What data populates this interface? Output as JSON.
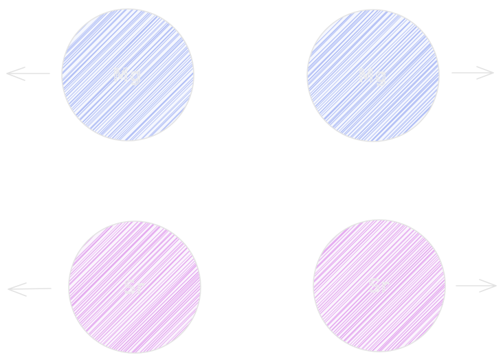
{
  "diagram": {
    "nodes": [
      {
        "id": "top-left",
        "label": "Mg",
        "fill": "#aebcf5",
        "arrow": "left"
      },
      {
        "id": "top-right",
        "label": "Mg",
        "fill": "#aebcf5",
        "arrow": "right"
      },
      {
        "id": "bottom-left",
        "label": "Sr",
        "fill": "#e2a4ee",
        "arrow": "left"
      },
      {
        "id": "bottom-right",
        "label": "Sr",
        "fill": "#e2a4ee",
        "arrow": "right"
      }
    ],
    "colors": {
      "mg": "#aebcf5",
      "sr": "#e2a4ee",
      "outline": "#e4e4e4",
      "arrow": "#e2e2e2",
      "label": "#ececec"
    }
  }
}
